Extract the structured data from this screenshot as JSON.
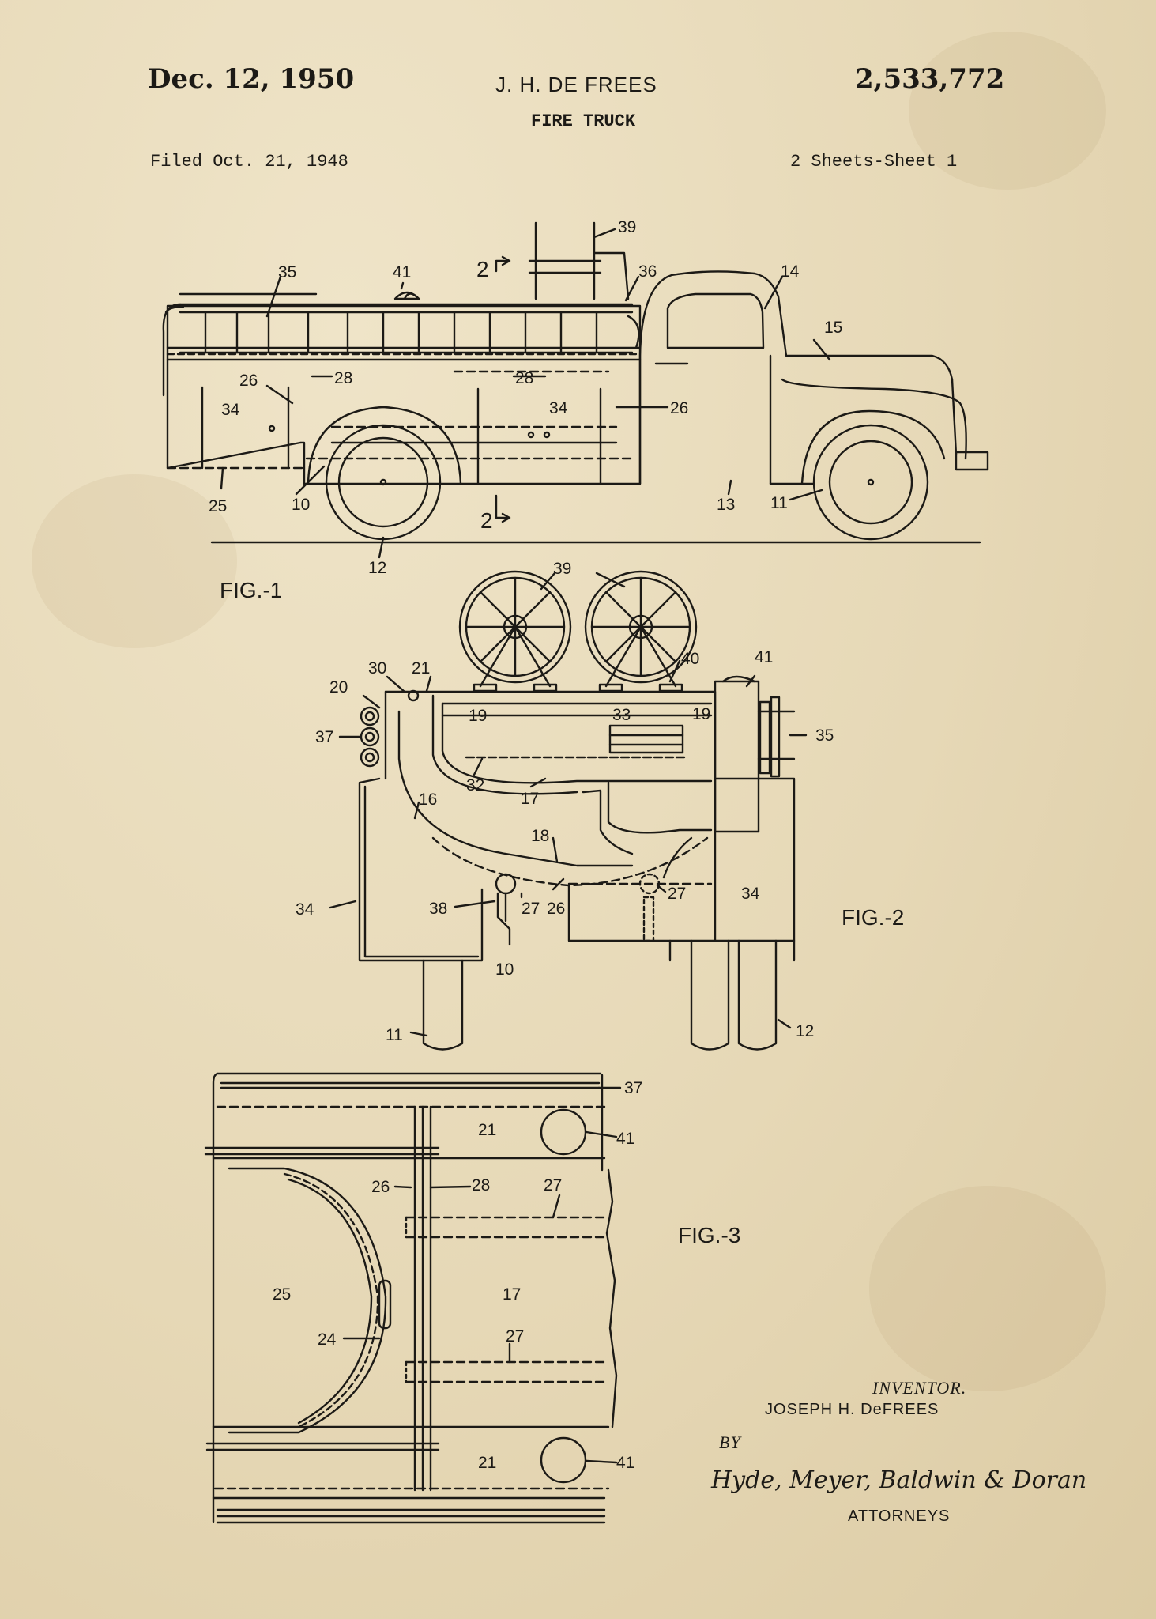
{
  "header": {
    "date": "Dec. 12, 1950",
    "inventor_short": "J. H. DE FREES",
    "patent_number": "2,533,772",
    "title": "FIRE TRUCK",
    "filed": "Filed Oct. 21, 1948",
    "sheets": "2 Sheets-Sheet 1"
  },
  "figures": {
    "fig1": {
      "label": "FIG.-1",
      "section_marks": [
        "2",
        "2"
      ],
      "callouts": [
        "39",
        "35",
        "41",
        "36",
        "14",
        "15",
        "26",
        "28",
        "28",
        "34",
        "34",
        "26",
        "25",
        "10",
        "12",
        "13",
        "11"
      ]
    },
    "fig2": {
      "label": "FIG.-2",
      "callouts": [
        "39",
        "30",
        "21",
        "40",
        "41",
        "20",
        "19",
        "33",
        "19",
        "37",
        "35",
        "32",
        "17",
        "16",
        "18",
        "34",
        "38",
        "27",
        "26",
        "27",
        "34",
        "10",
        "11",
        "12"
      ]
    },
    "fig3": {
      "label": "FIG.-3",
      "callouts": [
        "37",
        "21",
        "41",
        "26",
        "28",
        "27",
        "25",
        "17",
        "24",
        "27",
        "21",
        "41"
      ]
    }
  },
  "footer": {
    "inventor_label": "INVENTOR.",
    "inventor_name": "JOSEPH H. DeFREES",
    "by": "BY",
    "attorneys_signature": "Hyde, Meyer, Baldwin & Doran",
    "attorneys_label": "ATTORNEYS"
  },
  "colors": {
    "paper": "#e6d8b6",
    "ink": "#1c1a16"
  }
}
